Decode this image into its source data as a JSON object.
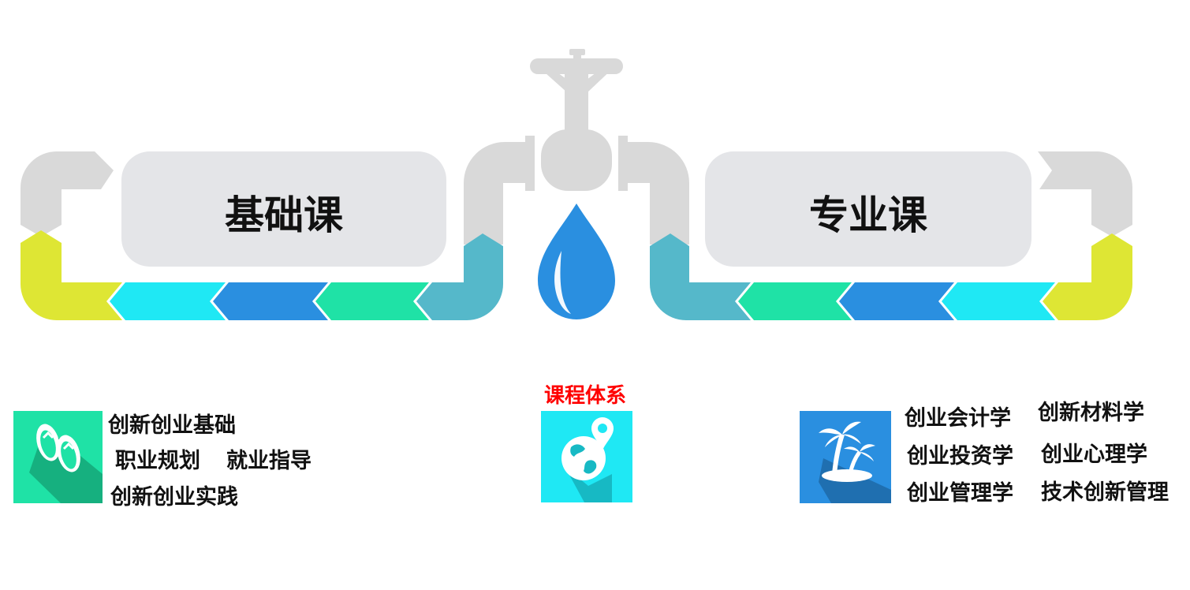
{
  "left_panel": {
    "title": "基础课",
    "items": [
      "创新创业基础",
      "职业规划",
      "就业指导",
      "创新创业实践"
    ],
    "icon": "flip-flops-icon"
  },
  "right_panel": {
    "title": "专业课",
    "items": [
      "创业会计学",
      "创新材料学",
      "创业投资学",
      "创业心理学",
      "创业管理学",
      "技术创新管理"
    ],
    "icon": "palm-island-icon"
  },
  "center": {
    "title": "课程体系",
    "icon": "globe-location-icon",
    "faucet_icon": "faucet-icon",
    "drop_icon": "water-drop-icon"
  },
  "colors": {
    "pipe_gray": "#d9d9d9",
    "panel_gray": "#e4e5e8",
    "lime": "#dee634",
    "cyan": "#1fe8f4",
    "blue": "#2a8fe0",
    "green": "#1fe2a6",
    "teal": "#55b8ca",
    "drop_blue": "#2a8fe0",
    "accent_red": "#ff0000"
  }
}
